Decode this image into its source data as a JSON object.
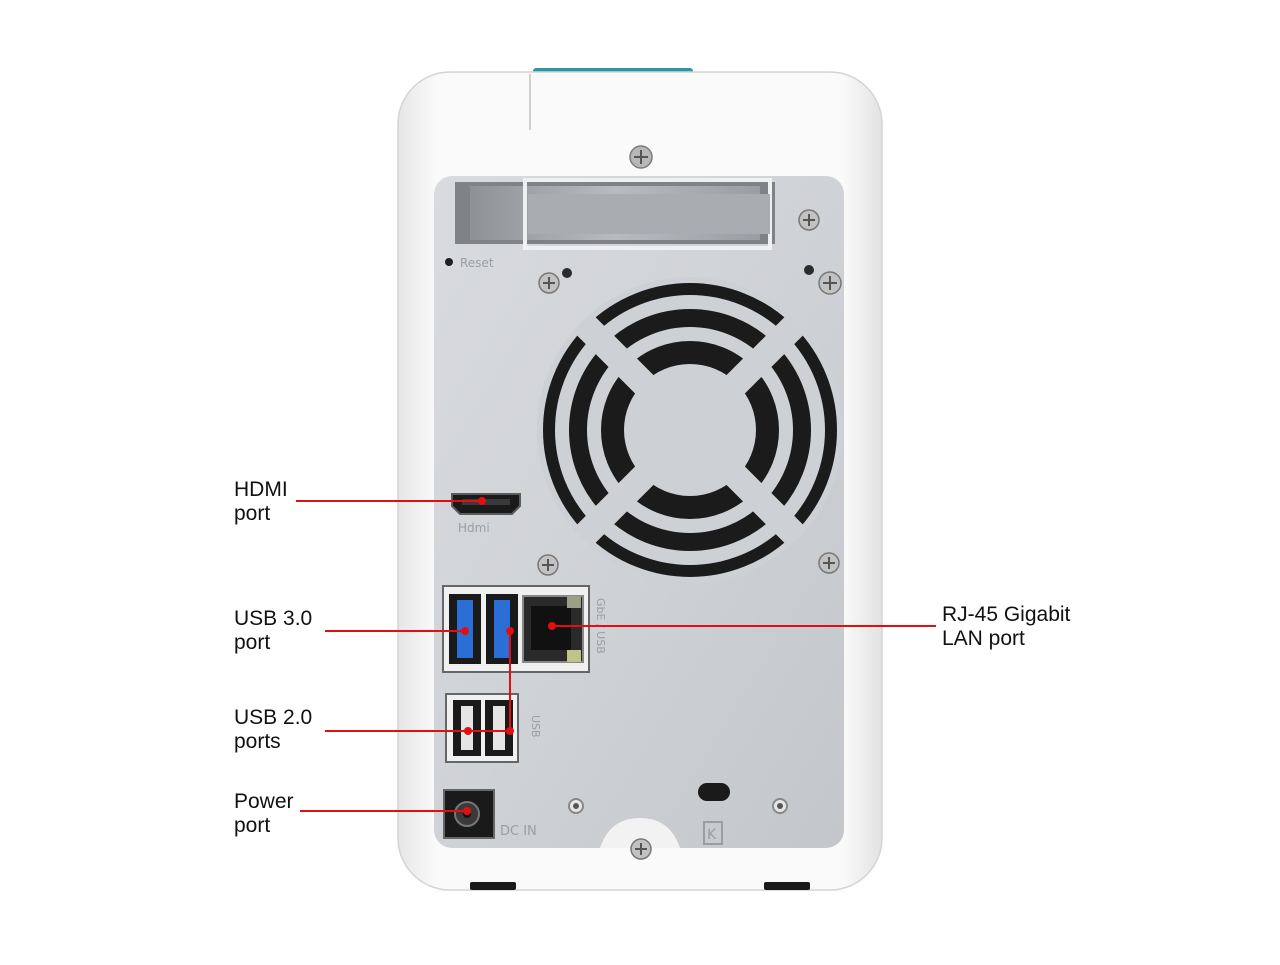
{
  "image": {
    "subject": "two-bay NAS rear view",
    "accent_color": "#e01010",
    "colors": {
      "housing": "#f4f4f4",
      "panel": "#cfd2d6",
      "fan_grille": "#cdd0d4",
      "usb3_blue": "#2b6fd6",
      "label_sticker": "#2a9aa0"
    }
  },
  "callouts": {
    "hdmi": {
      "line1": "HDMI",
      "line2": "port"
    },
    "usb3": {
      "line1": "USB 3.0",
      "line2": "port"
    },
    "usb2": {
      "line1": "USB 2.0",
      "line2": "ports"
    },
    "power": {
      "line1": "Power",
      "line2": "port"
    },
    "rj45": {
      "line1": "RJ-45 Gigabit",
      "line2": "LAN port"
    }
  },
  "silkscreen": {
    "reset": "Reset",
    "hdmi": "Hdmi",
    "lan_usb": "GbE / USB",
    "usb": "USB",
    "dc_in": "DC IN",
    "lock": "K"
  }
}
